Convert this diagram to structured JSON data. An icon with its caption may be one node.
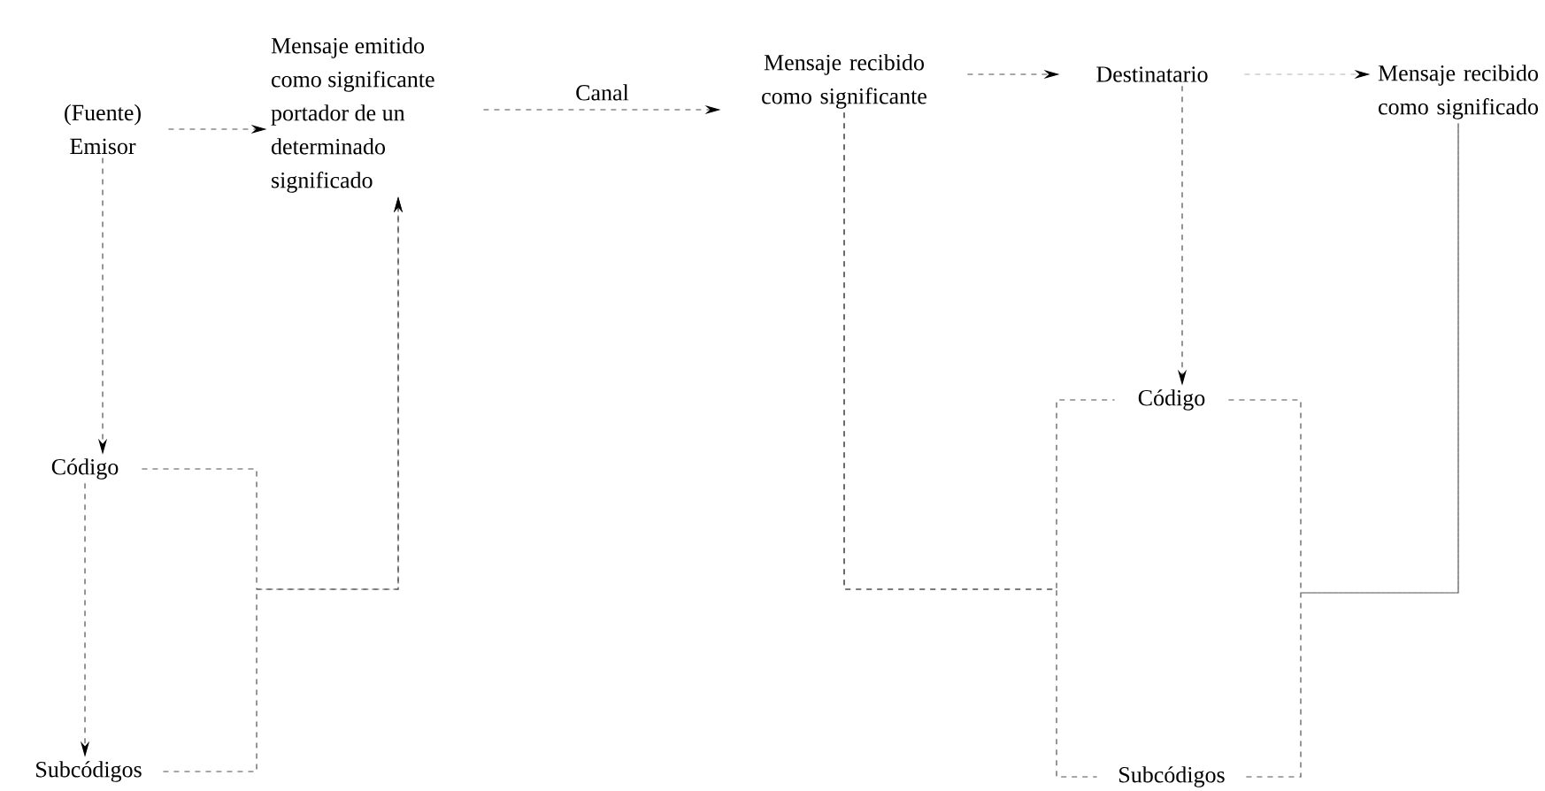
{
  "diagram": {
    "nodes": [
      {
        "text": [
          "(Fuente) Emisor"
        ]
      },
      {
        "text": [
          "Mensaje emitido como significante portador de un determinado significado"
        ]
      },
      {
        "text": [
          "Mensaje recibido como significante"
        ]
      },
      {
        "text": [
          "Destinatario"
        ]
      },
      {
        "text": [
          "Mensaje recibido como significado"
        ]
      },
      {
        "text": [
          "Código"
        ]
      },
      {
        "text": [
          "Subcódigos"
        ]
      },
      {
        "text": [
          "Código"
        ]
      },
      {
        "text": [
          "Subcódigos"
        ]
      }
    ],
    "edges": [
      {
        "from": 0,
        "to": 1,
        "arrow": "to"
      },
      {
        "from": 1,
        "to": 2,
        "arrow": "to",
        "label": "Canal"
      },
      {
        "from": 2,
        "to": 3,
        "arrow": "to"
      },
      {
        "from": 3,
        "to": 4,
        "arrow": "to",
        "color": "#b4b4b4"
      },
      {
        "from": 0,
        "to": 5,
        "arrow": "to"
      },
      {
        "from": 5,
        "to": 6,
        "arrow": "to"
      },
      {
        "from": 5,
        "to": 1,
        "arrow": "to"
      },
      {
        "from": 6,
        "to": 1,
        "arrow": "to"
      },
      {
        "from": 3,
        "to": 7,
        "arrow": "to"
      },
      {
        "from": 2,
        "to": 7,
        "arrow": "none"
      },
      {
        "from": 2,
        "to": 8,
        "arrow": "none"
      },
      {
        "from": 7,
        "to": 4,
        "arrow": "none"
      },
      {
        "from": 8,
        "to": 4,
        "arrow": "none"
      }
    ]
  }
}
